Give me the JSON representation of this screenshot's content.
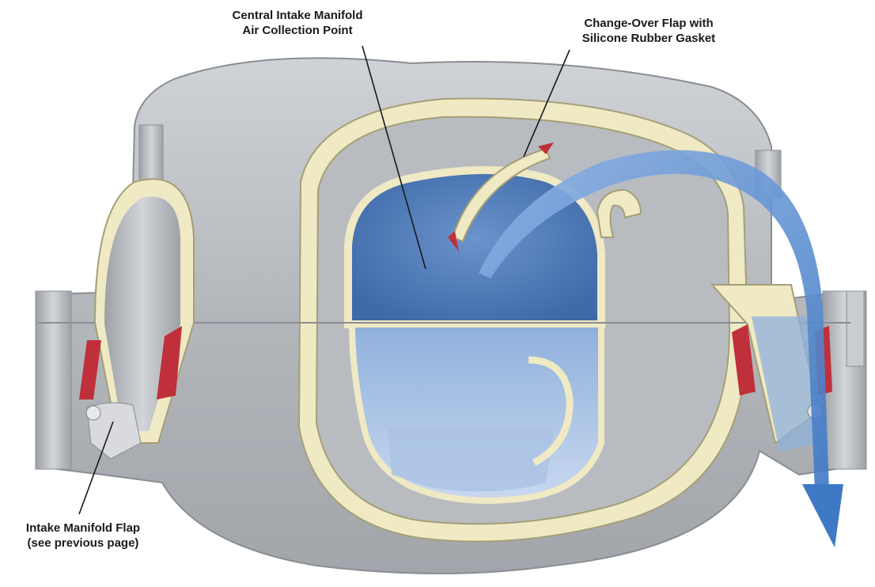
{
  "callouts": {
    "central": {
      "line1": "Central Intake Manifold",
      "line2": "Air Collection Point"
    },
    "changeover": {
      "line1": "Change-Over Flap with",
      "line2": "Silicone Rubber Gasket"
    },
    "flap": {
      "line1": "Intake Manifold Flap",
      "line2": "(see previous page)"
    }
  },
  "colors": {
    "casting": "#b9bcc0",
    "casting_dark": "#8f9398",
    "cut_face": "#efe9c4",
    "gasket": "#c0303a",
    "air_blue": "#5b8fd6",
    "inner_blue": "#7ea3d6"
  }
}
